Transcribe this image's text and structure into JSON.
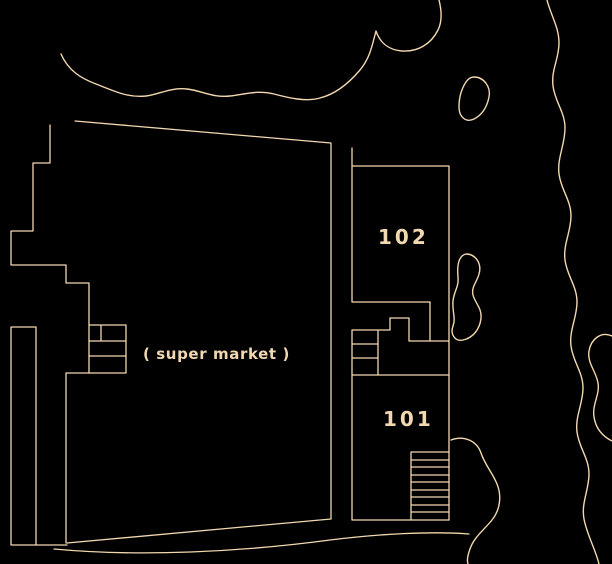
{
  "page": {
    "background_color": "#000000",
    "line_color": "#f2d8b0",
    "text_color": "#f2d8b0"
  },
  "plan": {
    "kind": "architectural site plan",
    "labels": {
      "supermarket": "( super market )",
      "unit_102": "102",
      "unit_101": "101"
    }
  }
}
